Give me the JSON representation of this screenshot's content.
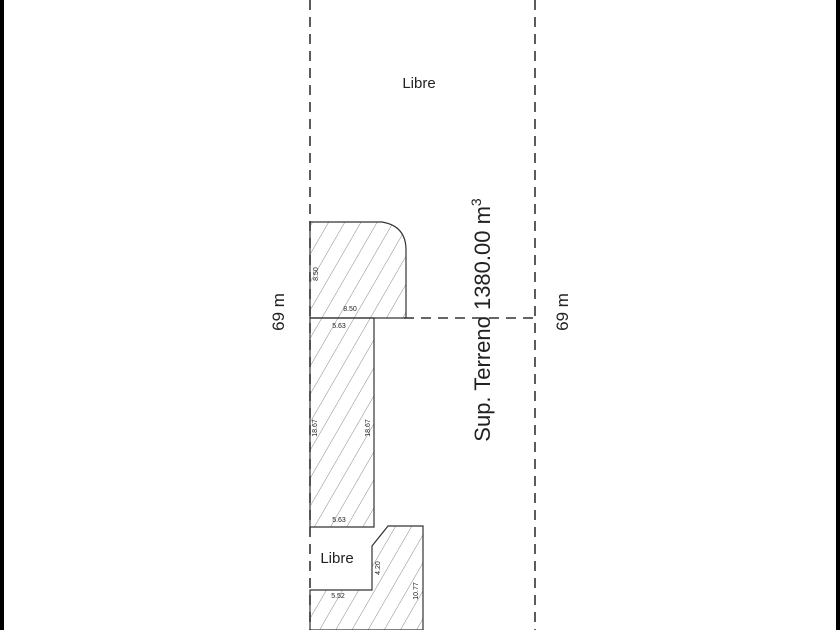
{
  "plan": {
    "area_label": "Sup. Terreno 1380.00 m",
    "area_unit_exponent": "3",
    "free_label_top": "Libre",
    "free_label_bottom": "Libre",
    "dim_left": "69 m",
    "dim_right": "69 m",
    "blocks": [
      {
        "name": "block-upper",
        "dims": [
          "8.50",
          "8.50"
        ]
      },
      {
        "name": "block-middle",
        "dims": [
          "5.63",
          "18.67",
          "18.67",
          "5.63"
        ]
      },
      {
        "name": "block-lower",
        "dims": [
          "4.20",
          "10.77",
          "5.52"
        ]
      }
    ]
  },
  "colors": {
    "outline": "#333333",
    "hatch": "#555555",
    "background": "#ffffff",
    "frame": "#000000"
  }
}
